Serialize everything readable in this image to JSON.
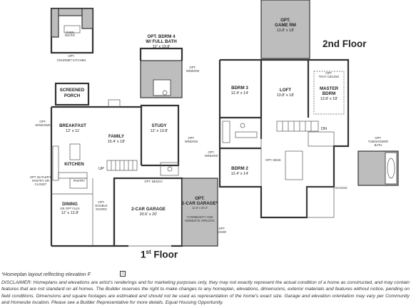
{
  "floors": {
    "first": {
      "title": "1",
      "title_sup": "st",
      "title_suffix": " Floor"
    },
    "second": {
      "title": "2nd Floor"
    }
  },
  "rooms_first": {
    "screened_porch": [
      "SCREENED",
      "PORCH"
    ],
    "breakfast": {
      "name": "BREAKFAST",
      "dim": "12' x 11'"
    },
    "family": {
      "name": "FAMILY",
      "dim": "15.4' x 18'"
    },
    "study": {
      "name": "STUDY",
      "dim": "12' x 13.8'"
    },
    "kitchen": {
      "name": "KITCHEN"
    },
    "dining": {
      "name": "DINING",
      "sub": "OR OPT FLEX",
      "dim": "12' x 12.8'"
    },
    "garage2": {
      "name": "2-CAR GARAGE",
      "dim": "20.6' x 20'"
    },
    "garage1": {
      "name": [
        "OPT.",
        "1-CAR GARAGE*"
      ],
      "dim": "11.8' x 20.4'",
      "note": [
        "*COMMUNITY AND",
        "HOMESITE SPECIFIC"
      ]
    },
    "pantry": "PANTRY",
    "up": "UP",
    "opt_bdrm4": {
      "name": [
        "OPT. BDRM 4",
        "W/ FULL BATH"
      ],
      "dim": "12' x 13.8'"
    },
    "opt_gourmet": [
      "OPT.",
      "GOURMET KITCHEN"
    ],
    "opt_oven": [
      "OVEN",
      "MICRO"
    ]
  },
  "notes_first": {
    "opt_windows": [
      "OPT.",
      "WINDOWS"
    ],
    "opt_window_bdrm": [
      "OPT.",
      "WINDOW"
    ],
    "opt_window_study": [
      "OPT.",
      "WINDOW"
    ],
    "opt_butler": [
      "OPT. BUTLER'S",
      "PANTRY OR",
      "CLOSET"
    ],
    "opt_double_doors": [
      "OPT.",
      "DOUBLE",
      "DOORS"
    ],
    "opt_bench": "OPT. BENCH",
    "opt_door": [
      "OPT.",
      "DOOR"
    ]
  },
  "rooms_second": {
    "game_rm": {
      "name": [
        "OPT.",
        "GAME RM"
      ],
      "dim": "13.8' x 18'"
    },
    "bdrm3": {
      "name": "BDRM 3",
      "dim": "12.4' x 14'"
    },
    "loft": {
      "name": "LOFT",
      "dim": "13.8' x 18'"
    },
    "master": {
      "name": [
        "MASTER",
        "BDRM"
      ],
      "dim": "13.8' x 18'"
    },
    "opt_tray": [
      "OPT.",
      "TRAY CEILING"
    ],
    "bdrm2": {
      "name": "BDRM 2",
      "dim": "12.4' x 14'"
    },
    "dn": "DN",
    "opt_desk": "OPT. DESK",
    "access": "ACCESS",
    "opt_window": [
      "OPT.",
      "WINDOW"
    ],
    "opt_tub": [
      "OPT.",
      "TUB/SHOWER",
      "BATH"
    ]
  },
  "footnote": "*Homeplan layout reflecting elevation F",
  "equal_housing_icon": "equal-housing-icon",
  "disclaimer": "DISCLAIMER: Homeplans and elevations are artist's renderings and for marketing purposes only, they may not exactly represent the actual condition of a home as constructed, and may contain features that are not standard on all homes. The Builder reserves the right to make changes to any homeplan, elevations, dimensions, exterior materials and features without notice, pending on field conditions. Dimensions and square footages are estimated and should not be used as representation of the home's exact size. Garage and elevation orientation may vary per Community and Homesite location. Please see a Builder Representative for more details. Equal Housing Opportunity."
}
